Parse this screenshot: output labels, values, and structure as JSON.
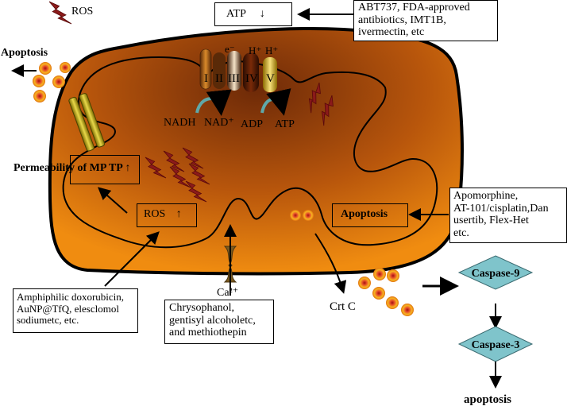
{
  "labels": {
    "ros_legend": "ROS",
    "apoptosis_left": "Apoptosis",
    "atp_box": "ATP",
    "permeability": "Permeability of MP TP",
    "ros_box": "ROS",
    "apoptosis_box": "Apoptosis",
    "complex_1": "I",
    "complex_2": "II",
    "complex_3": "III",
    "complex_4": "IV",
    "complex_5": "V",
    "electron": "e⁻",
    "proton_1": "H⁺",
    "proton_2": "H⁺",
    "nadh": "NADH",
    "nad": "NAD⁺",
    "adp": "ADP",
    "atp": "ATP",
    "calcium": "Ca²⁺",
    "crt_c": "Crt C",
    "caspase_9": "Caspase-9",
    "caspase_3": "Caspase-3",
    "apoptosis_bottom": "apoptosis"
  },
  "drug_boxes": {
    "atp_inhibitors": [
      "ABT737, FDA-approved",
      "antibiotics, IMT1B,",
      "ivermectin, etc"
    ],
    "apoptosis_inducers": [
      "Apomorphine,",
      "AT-101/cisplatin,Dan",
      "usertib, Flex-Het",
      "etc."
    ],
    "ros_inducers": [
      "Amphiphilic doxorubicin,",
      "AuNP@TfQ, elesclomol",
      "sodiumetc, etc."
    ],
    "calcium_modulators": [
      "Chrysophanol,",
      "gentisyl alcoholetc,",
      "and methiothepin"
    ]
  },
  "colors": {
    "matrix_outer": "#f08c10",
    "matrix_inner": "#6e2a08",
    "bolt": "#8b1a1a",
    "diamond": "#7fc4cb",
    "particle_core": "#e8502a",
    "particle_ring": "#f7b520",
    "pore": "#c8b400"
  }
}
